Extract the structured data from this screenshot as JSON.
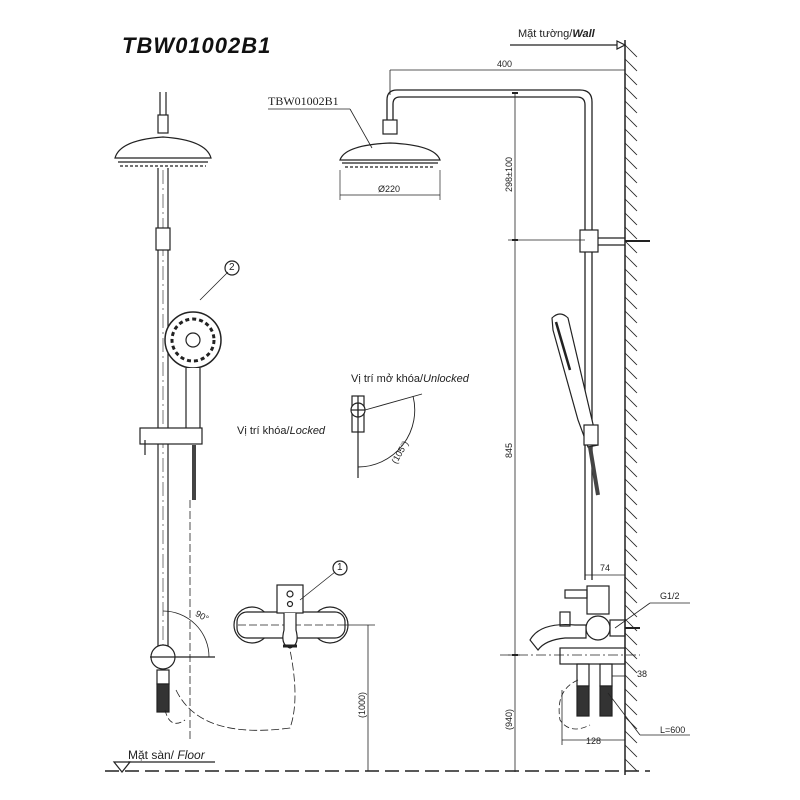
{
  "title": "TBW01002B1",
  "labels": {
    "wall_vi": "Mặt tường/",
    "wall_en": "Wall",
    "floor_vi": "Mặt sàn/ ",
    "floor_en": "Floor",
    "model_leader": "TBW01002B1",
    "unlocked_vi": "Vị trí mở khóa/",
    "unlocked_en": "Unlocked",
    "locked_vi": "Vị trí khóa/",
    "locked_en": "Locked",
    "callout_1": "1",
    "callout_2": "2"
  },
  "dimensions": {
    "arm_length": "400",
    "head_diameter": "Ø220",
    "upper_height": "298±100",
    "mid_height": "845",
    "mixer_height_right": "(940)",
    "mixer_height_left": "(1000)",
    "lever_angle": "(105°)",
    "diverter_angle": "90°",
    "mixer_depth": "74",
    "thread": "G1/2",
    "inlet_offset": "38",
    "hose_length": "L=600",
    "bottom_depth": "128"
  },
  "colors": {
    "line": "#222222",
    "background": "#ffffff"
  }
}
